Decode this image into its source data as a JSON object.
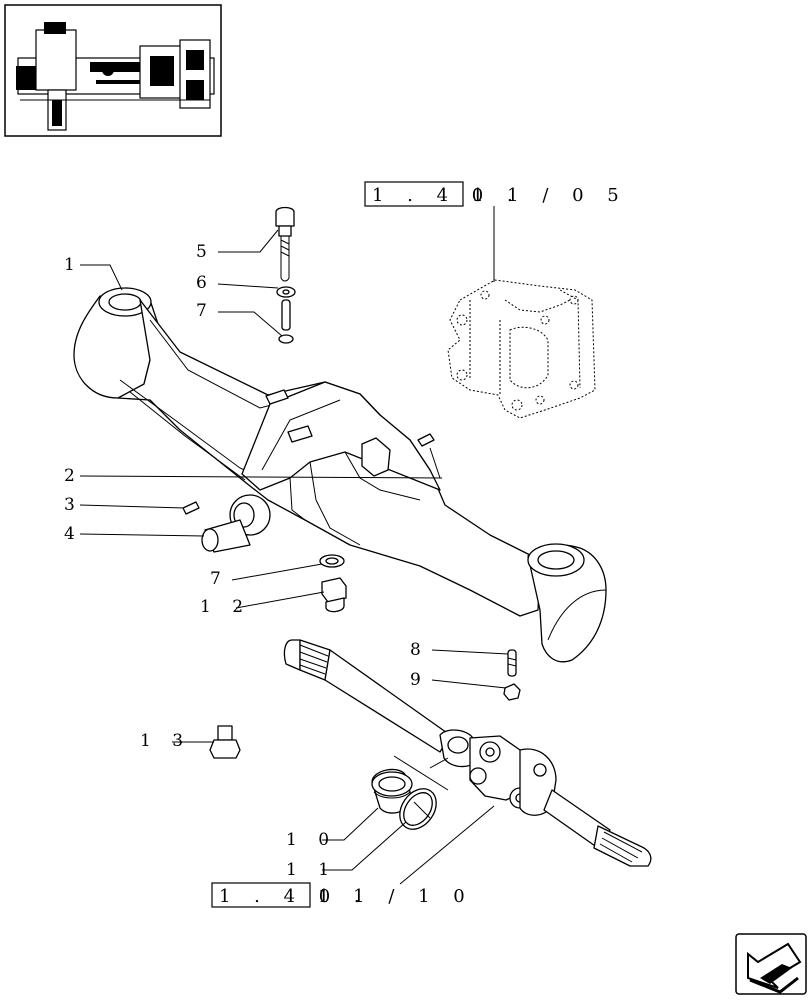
{
  "nav": {
    "next_icon": "next-page-arrow-icon"
  },
  "refs": {
    "ref_top": {
      "boxed": "1 . 4 0 .",
      "rest": "1 1 / 0 5"
    },
    "ref_bottom": {
      "boxed": "1 . 4 0 .",
      "rest": "1 1 / 1 0"
    }
  },
  "callouts": {
    "c1": "1",
    "c2": "2",
    "c3": "3",
    "c4": "4",
    "c5": "5",
    "c6": "6",
    "c7a": "7",
    "c7b": "7",
    "c8": "8",
    "c9": "9",
    "c10": "1 0",
    "c11": "1 1",
    "c12": "1 2",
    "c13": "1 3"
  }
}
